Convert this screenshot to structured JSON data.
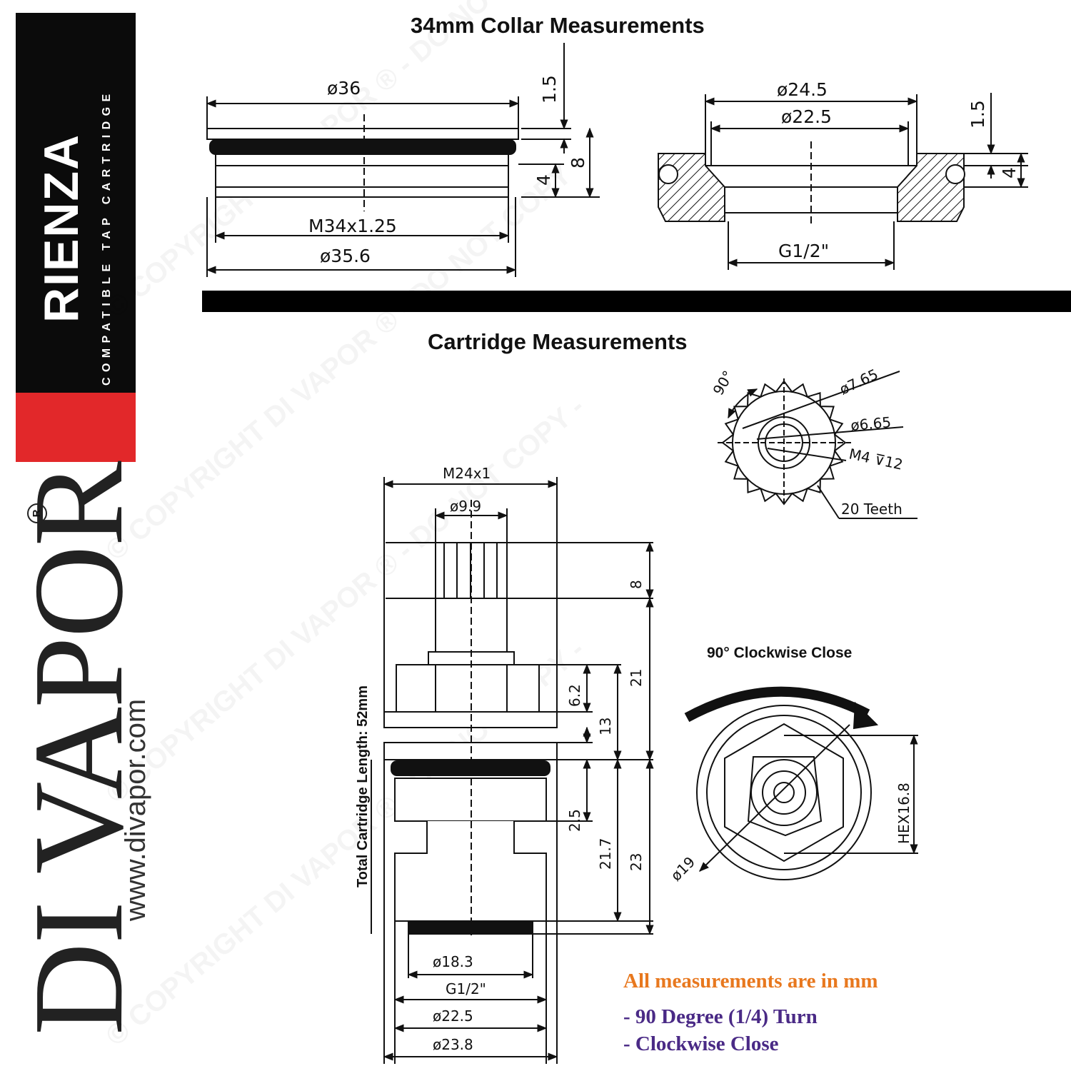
{
  "brand": {
    "name": "RIENZA",
    "subtitle": "COMPATIBLE TAP CARTRIDGE",
    "logo": "DI VAPOR",
    "registered": "R",
    "url": "www.divapor.com",
    "colors": {
      "black": "#0b0b0b",
      "red": "#e2282a",
      "orange": "#e8781e",
      "purple": "#4a2a86"
    }
  },
  "watermark": {
    "text": "© COPYRIGHT DI VAPOR ® - DO NOT COPY -"
  },
  "collar": {
    "title": "34mm Collar Measurements",
    "left": {
      "d36": "ø36",
      "d35_6": "ø35.6",
      "thread": "M34x1.25",
      "h1_5": "1.5",
      "h8": "8",
      "h4": "4"
    },
    "right": {
      "d24_5": "ø24.5",
      "d22_5": "ø22.5",
      "thread": "G1/2\"",
      "h1_5": "1.5",
      "h4": "4"
    }
  },
  "cartridge": {
    "title": "Cartridge Measurements",
    "total_length": "Total Cartridge Length: 52mm",
    "top": {
      "thread": "M24x1",
      "spindle": "ø9.9"
    },
    "heights": {
      "h8": "8",
      "h21": "21",
      "h6_2": "6.2",
      "h13": "13",
      "h2_5": "2.5",
      "h21_7": "21.7",
      "h23": "23"
    },
    "bottom": {
      "d18_3": "ø18.3",
      "thread": "G1/2\"",
      "d22_5": "ø22.5",
      "d23_8": "ø23.8"
    },
    "spline": {
      "angle": "90°",
      "d7_65": "ø7.65",
      "d6_65": "ø6.65",
      "screw": "M4 ⊽12",
      "teeth": "20 Teeth"
    },
    "end_view": {
      "label": "90° Clockwise Close",
      "d19": "ø19",
      "hex": "HEX16.8"
    }
  },
  "notes": {
    "units": "All measurements are in mm",
    "turn": "- 90 Degree (1/4) Turn",
    "close": "- Clockwise Close"
  }
}
